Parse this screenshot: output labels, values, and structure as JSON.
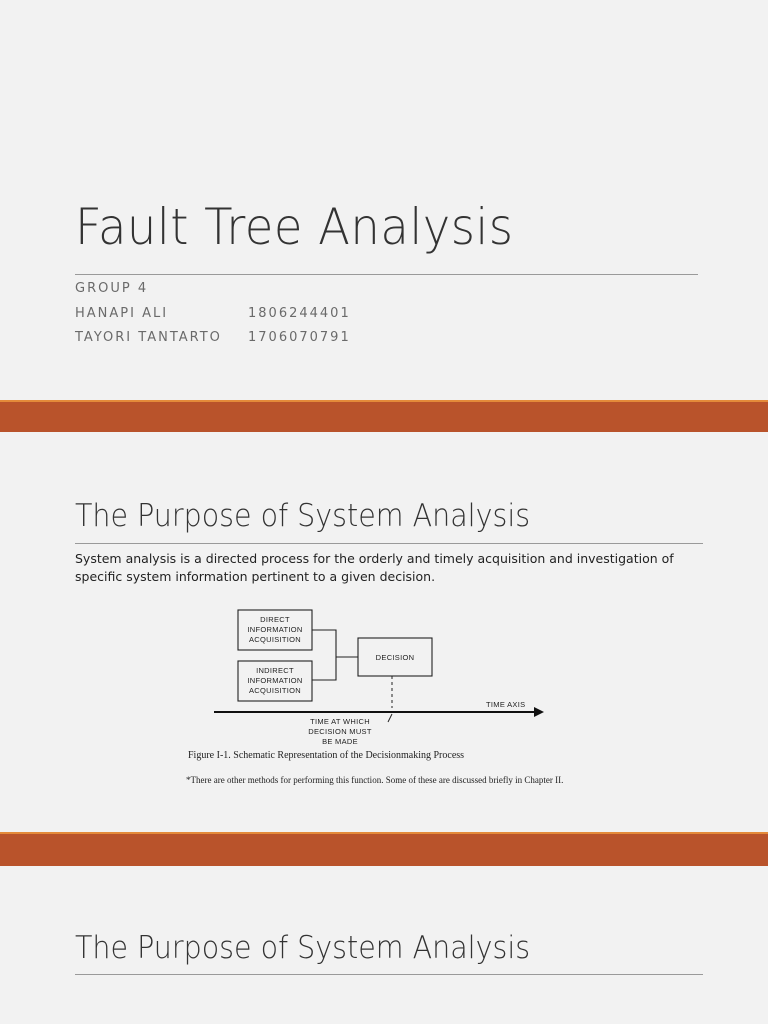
{
  "slide1": {
    "title": "Fault Tree Analysis",
    "group": "GROUP 4",
    "members": [
      {
        "name": "HANAPI ALI",
        "id": "1806244401"
      },
      {
        "name": "TAYORI TANTARTO",
        "id": "1706070791"
      }
    ]
  },
  "slide2": {
    "title": "The Purpose of System Analysis",
    "paragraph": "System analysis is a directed process for the orderly and timely acquisition and investigation of specific system information pertinent to a given decision.",
    "figure": {
      "box_direct": [
        "DIRECT",
        "INFORMATION",
        "ACQUISITION"
      ],
      "box_indirect": [
        "INDIRECT",
        "INFORMATION",
        "ACQUISITION"
      ],
      "box_decision": "DECISION",
      "time_axis": "TIME AXIS",
      "time_note": [
        "TIME AT WHICH",
        "DECISION MUST",
        "BE MADE"
      ],
      "caption": "Figure I-1.  Schematic Representation of the Decisionmaking Process",
      "footnote": "*There are other methods for performing this function. Some of these are discussed briefly in Chapter II."
    }
  },
  "slide3": {
    "title": "The Purpose of System Analysis"
  }
}
